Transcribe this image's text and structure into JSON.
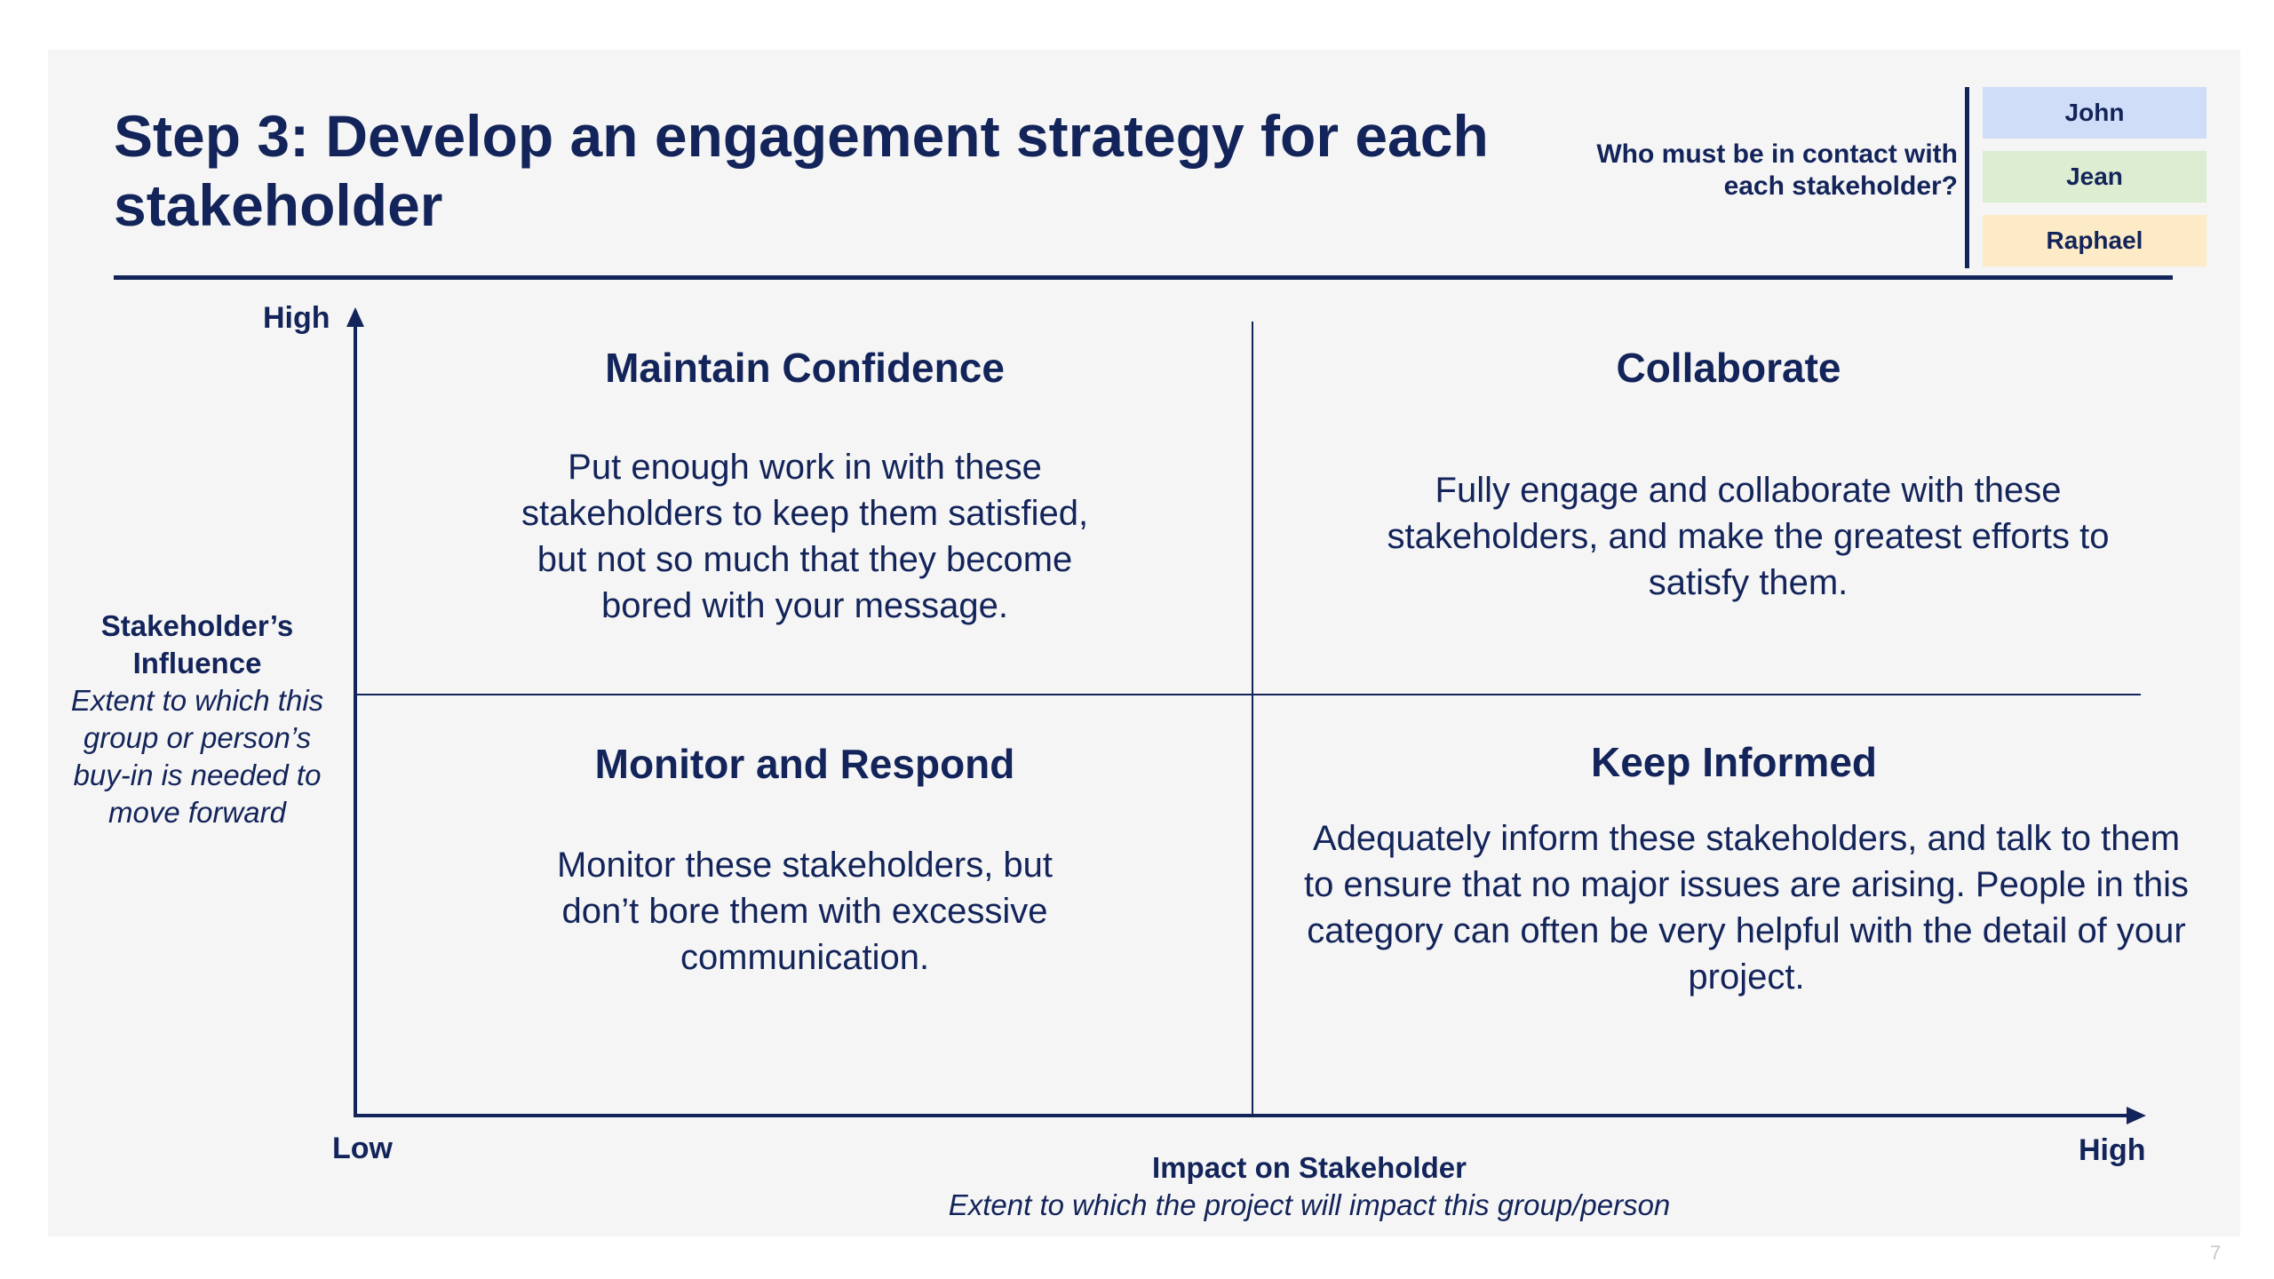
{
  "slide": {
    "title": "Step 3: Develop an engagement strategy for each stakeholder",
    "page_number": "7"
  },
  "contacts": {
    "question": "Who must be in contact with each stakeholder?",
    "people": [
      {
        "name": "John",
        "color": "#cfddf9"
      },
      {
        "name": "Jean",
        "color": "#dcedd1"
      },
      {
        "name": "Raphael",
        "color": "#fcebc6"
      }
    ]
  },
  "y_axis": {
    "high_label": "High",
    "title": "Stakeholder’s Influence",
    "subtitle": "Extent to which this group or person’s buy-in is needed to move forward"
  },
  "x_axis": {
    "low_label": "Low",
    "high_label": "High",
    "title": "Impact on Stakeholder",
    "subtitle": "Extent to which the project will impact this group/person"
  },
  "quadrants": {
    "top_left": {
      "title": "Maintain Confidence",
      "text": "Put enough work in with these stakeholders to keep them satisfied, but not so much that they become bored with your message."
    },
    "top_right": {
      "title": "Collaborate",
      "text": "Fully engage and collaborate with these stakeholders, and make the greatest efforts to satisfy them."
    },
    "bottom_left": {
      "title": "Monitor and Respond",
      "text": "Monitor these stakeholders, but don’t bore them with excessive communication."
    },
    "bottom_right": {
      "title": "Keep Informed",
      "text": "Adequately inform these stakeholders, and talk to them to ensure that no major issues are arising. People in this category can often be very helpful with the detail of your project."
    }
  },
  "colors": {
    "primary": "#13245a",
    "slide_background": "#f5f5f5"
  }
}
